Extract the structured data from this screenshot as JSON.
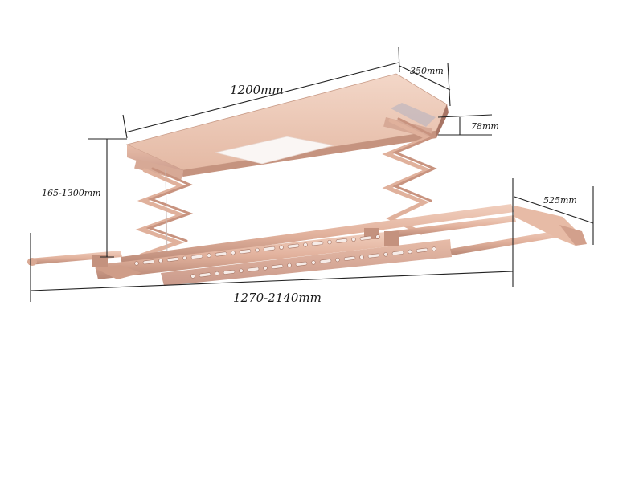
{
  "diagram": {
    "subject": "electric ceiling clothes drying rack with LED light panel",
    "dimensions": {
      "length_top": "1200mm",
      "width_top": "350mm",
      "height_top": "78mm",
      "lift_range": "165-1300mm",
      "bar_length": "1270-2140mm",
      "wing_length": "525mm"
    },
    "colors": {
      "body": "#e9c4b0",
      "body_shadow": "#c99a85",
      "body_dark": "#a7776a",
      "light_panel": "#f7f2f0",
      "dimension_line": "#222222"
    }
  }
}
